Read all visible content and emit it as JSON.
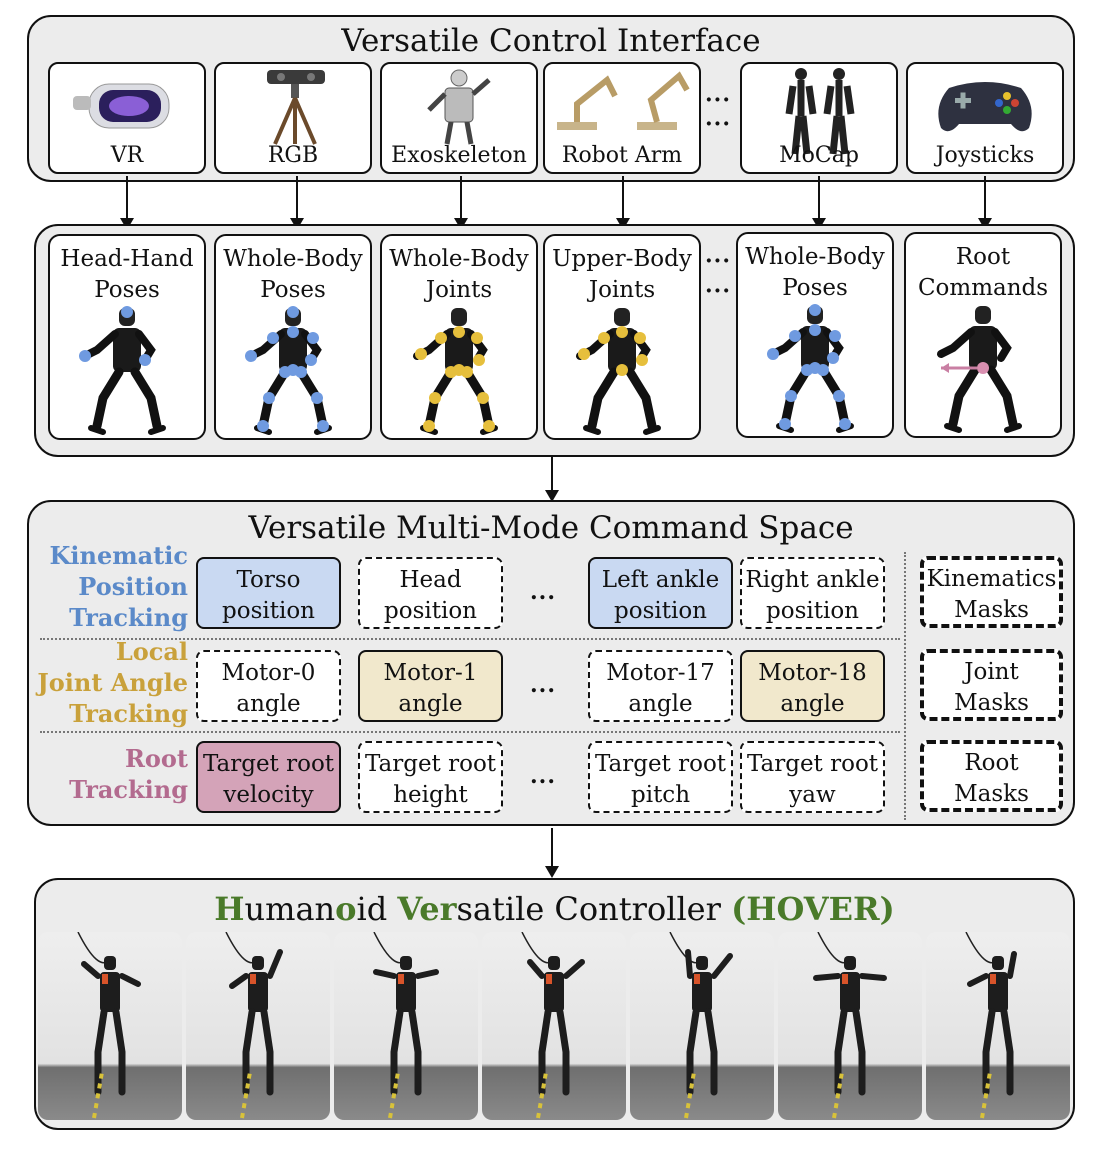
{
  "interface": {
    "title": "Versatile Control Interface",
    "devices": [
      {
        "label": "VR",
        "icon": "vr-headset-icon"
      },
      {
        "label": "RGB",
        "icon": "rgb-camera-icon"
      },
      {
        "label": "Exoskeleton",
        "icon": "exoskeleton-icon"
      },
      {
        "label": "Robot Arm",
        "icon": "robot-arm-icon"
      },
      {
        "label": "MoCap",
        "icon": "mocap-suit-icon"
      },
      {
        "label": "Joysticks",
        "icon": "gamepad-icon"
      }
    ],
    "ellipsis": "···"
  },
  "inputs": {
    "cards": [
      {
        "line1": "Head-Hand",
        "line2": "Poses"
      },
      {
        "line1": "Whole-Body",
        "line2": "Poses"
      },
      {
        "line1": "Whole-Body",
        "line2": "Joints"
      },
      {
        "line1": "Upper-Body",
        "line2": "Joints"
      },
      {
        "line1": "Whole-Body",
        "line2": "Poses"
      },
      {
        "line1": "Root",
        "line2": "Commands"
      }
    ],
    "ellipsis": "···"
  },
  "command_space": {
    "title": "Versatile Multi-Mode Command Space",
    "rows": [
      {
        "label": [
          "Kinematic",
          "Position",
          "Tracking"
        ],
        "color": "#5b8ac9",
        "commands": [
          {
            "line1": "Torso",
            "line2": "position",
            "active": true
          },
          {
            "line1": "Head",
            "line2": "position",
            "active": false
          },
          {
            "line1": "Left ankle",
            "line2": "position",
            "active": true
          },
          {
            "line1": "Right ankle",
            "line2": "position",
            "active": false
          }
        ],
        "mask": {
          "line1": "Kinematics",
          "line2": "Masks"
        }
      },
      {
        "label": [
          "Local",
          "Joint Angle",
          "Tracking"
        ],
        "color": "#c9a13b",
        "commands": [
          {
            "line1": "Motor-0",
            "line2": "angle",
            "active": false
          },
          {
            "line1": "Motor-1",
            "line2": "angle",
            "active": true
          },
          {
            "line1": "Motor-17",
            "line2": "angle",
            "active": false
          },
          {
            "line1": "Motor-18",
            "line2": "angle",
            "active": true
          }
        ],
        "mask": {
          "line1": "Joint",
          "line2": "Masks"
        }
      },
      {
        "label": [
          "Root",
          "Tracking"
        ],
        "color": "#b36b8f",
        "commands": [
          {
            "line1": "Target root",
            "line2": "velocity",
            "active": true
          },
          {
            "line1": "Target root",
            "line2": "height",
            "active": false
          },
          {
            "line1": "Target root",
            "line2": "pitch",
            "active": false
          },
          {
            "line1": "Target root",
            "line2": "yaw",
            "active": false
          }
        ],
        "mask": {
          "line1": "Root",
          "line2": "Masks"
        }
      }
    ],
    "ellipsis": "...",
    "fills": {
      "kinematic": "#c9d9f2",
      "joint": "#f1e8cc",
      "root": "#d4a3b8"
    }
  },
  "controller": {
    "title_parts": [
      {
        "text": "H",
        "hl": true
      },
      {
        "text": "uman",
        "hl": false
      },
      {
        "text": "o",
        "hl": true
      },
      {
        "text": "id ",
        "hl": false
      },
      {
        "text": "Ver",
        "hl": true
      },
      {
        "text": "satile Controller ",
        "hl": false
      },
      {
        "text": "(HOVER)",
        "hl": true
      }
    ],
    "photo_count": 7,
    "accent": "#4a7a2a"
  },
  "colors": {
    "blue_dot": "#6f9ae0",
    "yellow_dot": "#e6bf3c",
    "pink_dot": "#d98fb0"
  }
}
